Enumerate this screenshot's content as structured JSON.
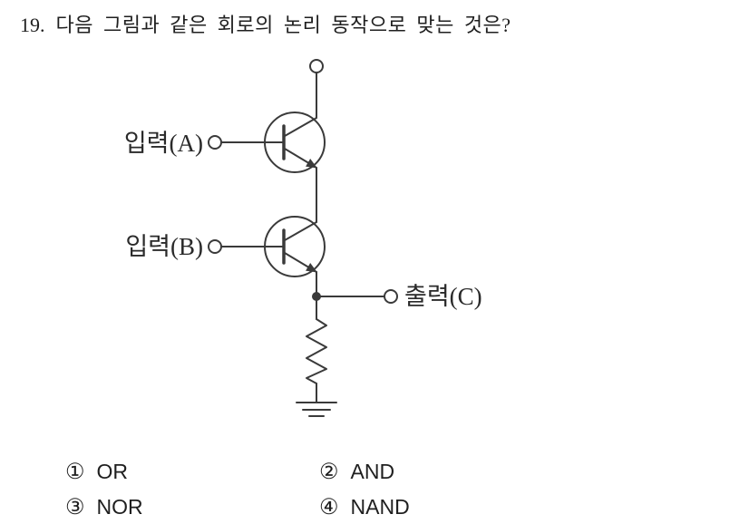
{
  "question": {
    "number": "19.",
    "text": "다음 그림과 같은 회로의 논리 동작으로 맞는 것은?"
  },
  "circuit": {
    "input_a_label": "입력(A)",
    "input_b_label": "입력(B)",
    "output_label": "출력(C)"
  },
  "options": [
    {
      "marker": "①",
      "label": "OR"
    },
    {
      "marker": "②",
      "label": "AND"
    },
    {
      "marker": "③",
      "label": "NOR"
    },
    {
      "marker": "④",
      "label": "NAND"
    }
  ],
  "colors": {
    "ink": "#1f1f1f",
    "line": "#3a3a3a",
    "background": "#ffffff"
  }
}
